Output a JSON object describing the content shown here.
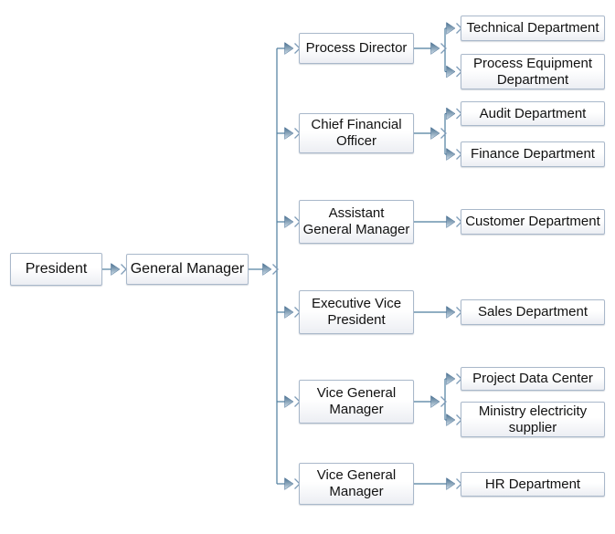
{
  "diagram": {
    "type": "organization-chart",
    "root": {
      "label": "President"
    },
    "level2": {
      "label": "General Manager"
    },
    "branches": [
      {
        "label": "Process Director",
        "children": [
          {
            "label": "Technical Department"
          },
          {
            "label": "Process Equipment Department"
          }
        ]
      },
      {
        "label": "Chief Financial Officer",
        "children": [
          {
            "label": "Audit Department"
          },
          {
            "label": "Finance Department"
          }
        ]
      },
      {
        "label": "Assistant General Manager",
        "children": [
          {
            "label": "Customer Department"
          }
        ]
      },
      {
        "label": "Executive Vice President",
        "children": [
          {
            "label": "Sales Department"
          }
        ]
      },
      {
        "label": "Vice General Manager",
        "children": [
          {
            "label": "Project Data Center"
          },
          {
            "label": "Ministry electricity supplier"
          }
        ]
      },
      {
        "label": "Vice General Manager",
        "children": [
          {
            "label": "HR Department"
          }
        ]
      }
    ],
    "colors": {
      "background": "#ffffff",
      "box_border": "#a9b8ca",
      "box_fill_top": "#ffffff",
      "box_fill_bottom": "#eceef3",
      "connector_line": "#4e7d9e",
      "arrow_gradient_dark": "#49708f",
      "arrow_gradient_light": "#cfdde9",
      "text": "#111111"
    }
  }
}
